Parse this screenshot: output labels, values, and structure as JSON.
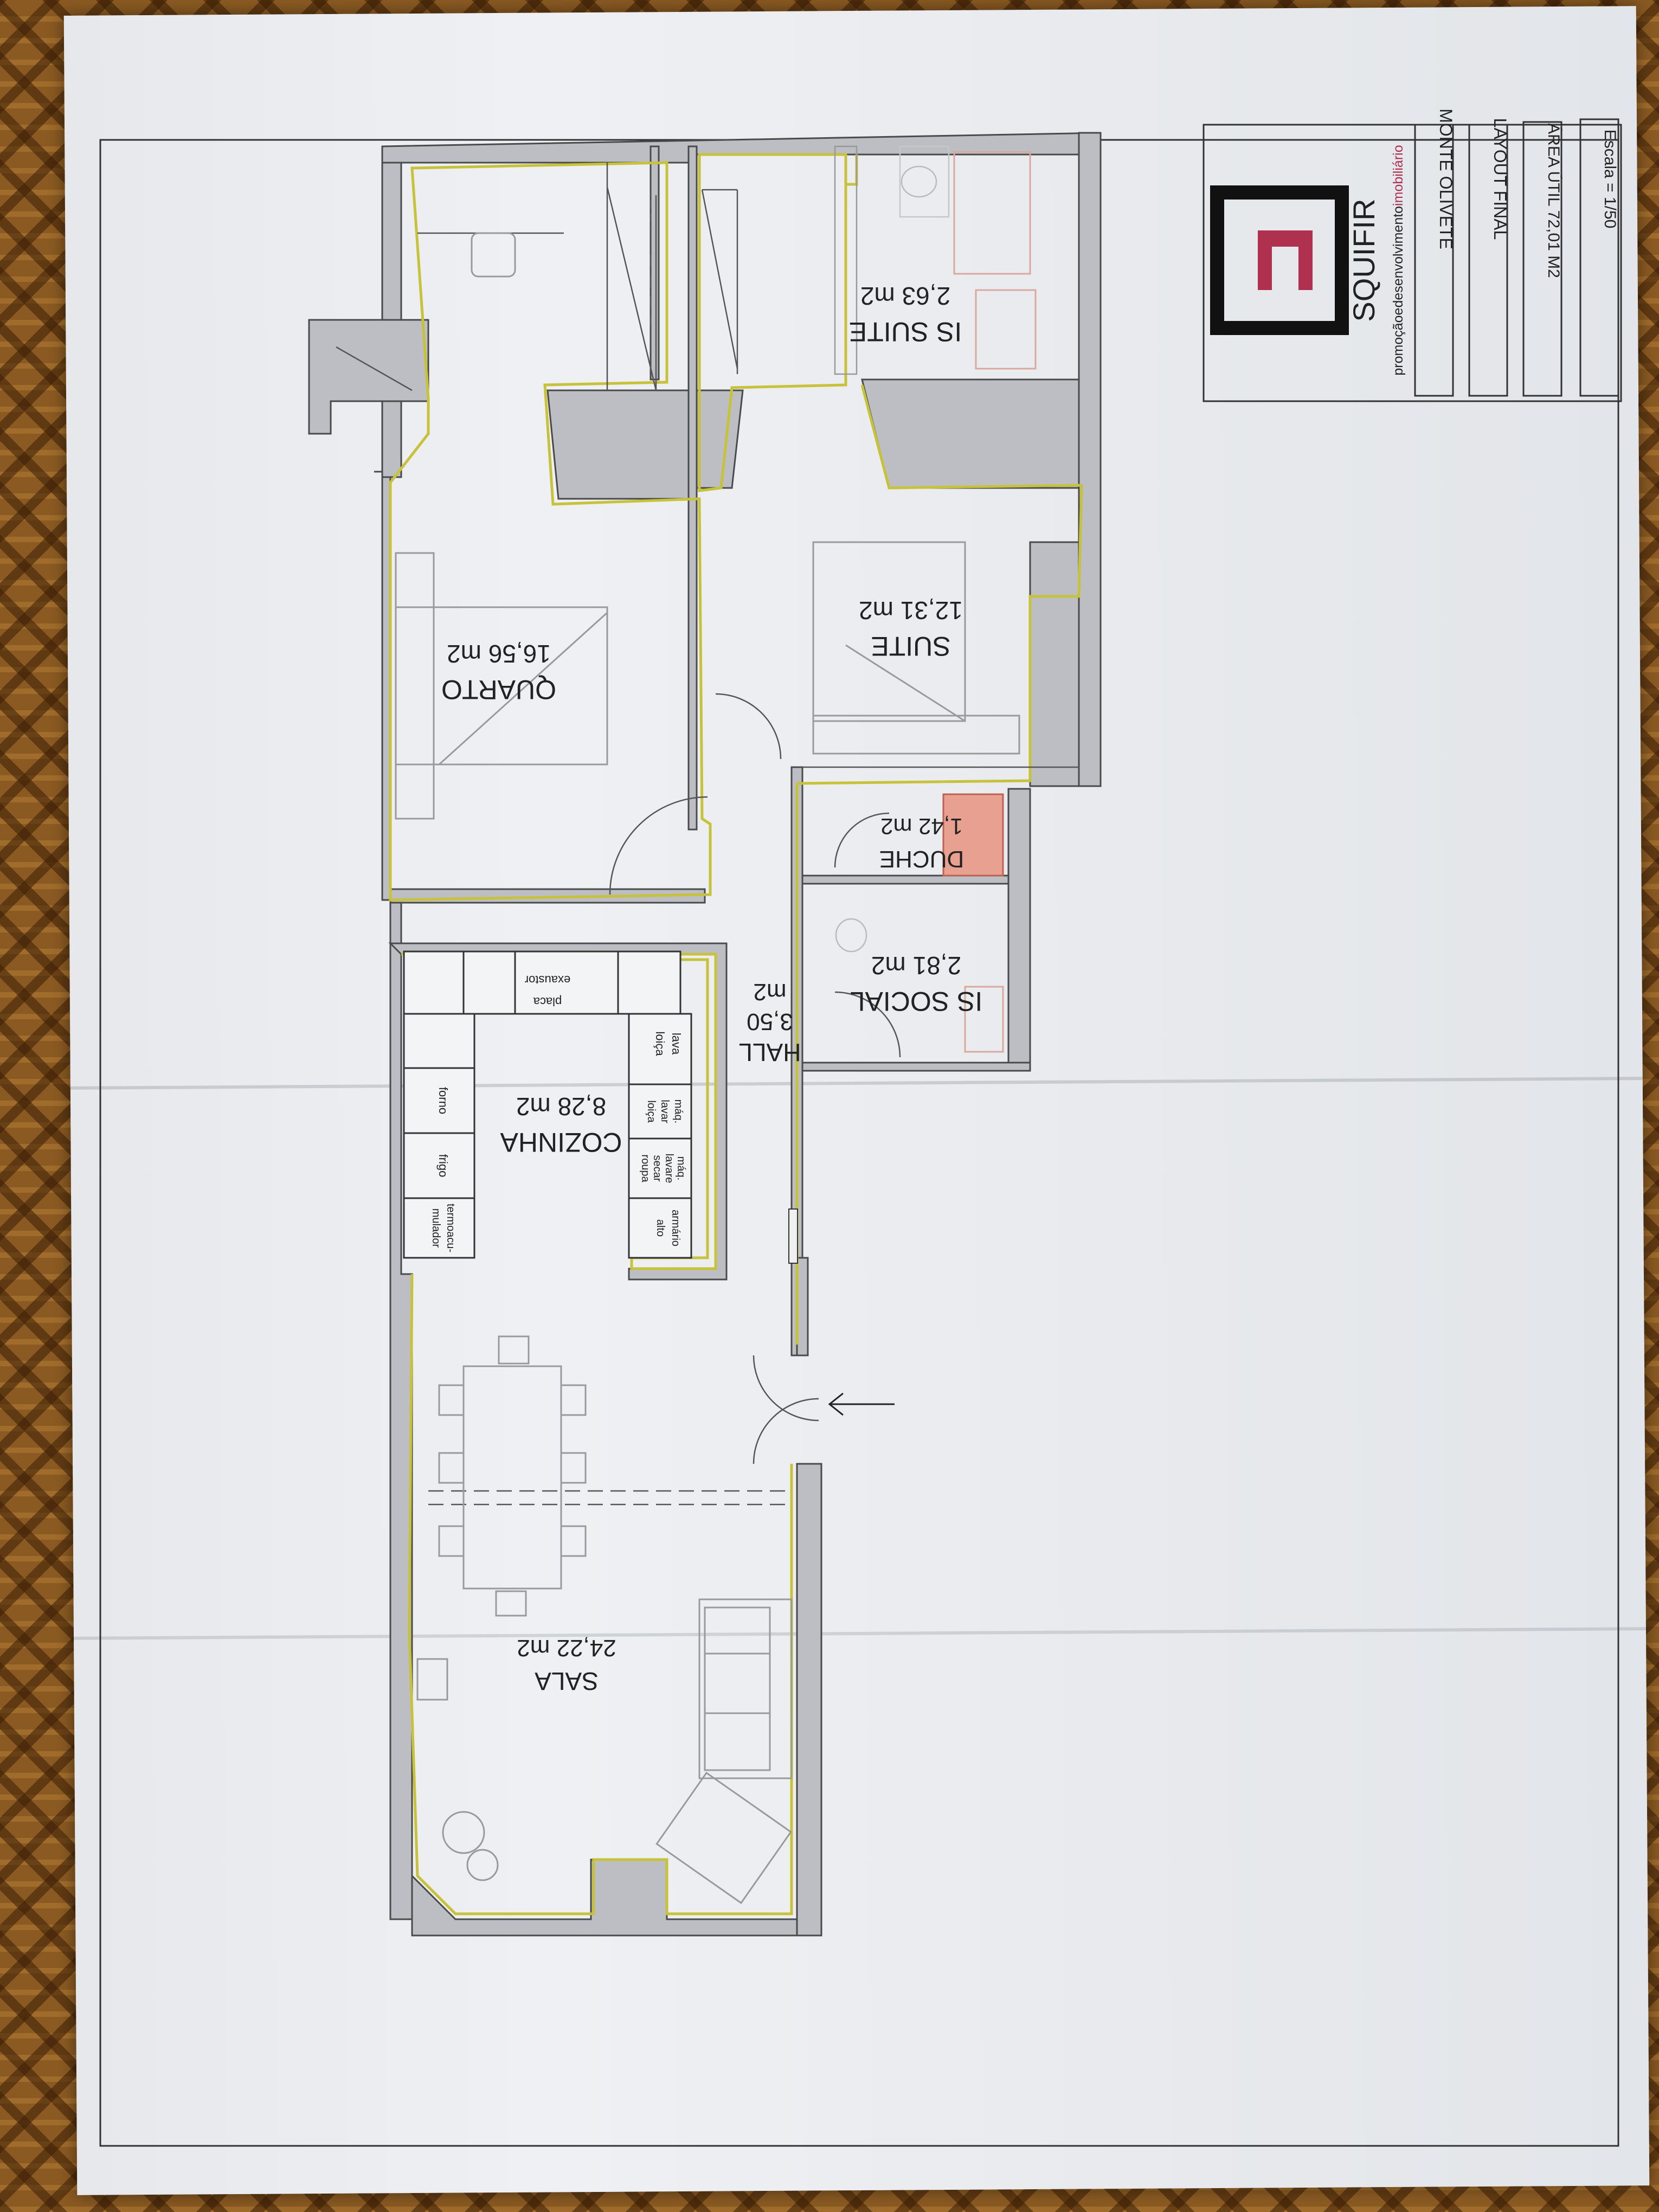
{
  "title_block": {
    "company": "SQUIFIR",
    "tagline_part1": "promoçãoedesenvolvimento",
    "tagline_part2": "imobiliário",
    "project": "MONTE OLIVETE",
    "sheet": "LAYOUT FINAL",
    "area": "ÁREA ÚTIL 72,01 M2",
    "scale": "Escala = 1/50",
    "brand_color": "#b03050"
  },
  "rooms": {
    "is_suite": {
      "name": "IS SUITE",
      "area": "2,63 m2"
    },
    "suite": {
      "name": "SUITE",
      "area": "12,31 m2"
    },
    "quarto": {
      "name": "QUARTO",
      "area": "16,56 m2"
    },
    "duche": {
      "name": "DUCHE",
      "area": "1,42 m2"
    },
    "is_social": {
      "name": "IS SOCIAL",
      "area": "2,81 m2"
    },
    "hall": {
      "name": "HALL",
      "area_line1": "3,50",
      "area_line2": "m2"
    },
    "cozinha": {
      "name": "COZINHA",
      "area": "8,28 m2"
    },
    "sala": {
      "name": "SALA",
      "area": "24,22 m2"
    }
  },
  "kitchen_labels": {
    "placa_1": "placa",
    "placa_2": "exaustor",
    "lava_1": "lava",
    "lava_2": "loiça",
    "maq_lavar_loica_1": "máq.",
    "maq_lavar_loica_2": "lavar",
    "maq_lavar_loica_3": "loiça",
    "maq_roupa_1": "máq.",
    "maq_roupa_2": "lavare",
    "maq_roupa_3": "secar",
    "maq_roupa_4": "roupa",
    "armario_1": "armário",
    "armario_2": "alto",
    "forno": "forno",
    "frigo": "frigo",
    "termo_1": "termoacu-",
    "termo_2": "mulador"
  },
  "colors": {
    "wall_fill": "#bcbec3",
    "wall_outline": "#c8c23a",
    "shower_tile": "#e8a090"
  }
}
